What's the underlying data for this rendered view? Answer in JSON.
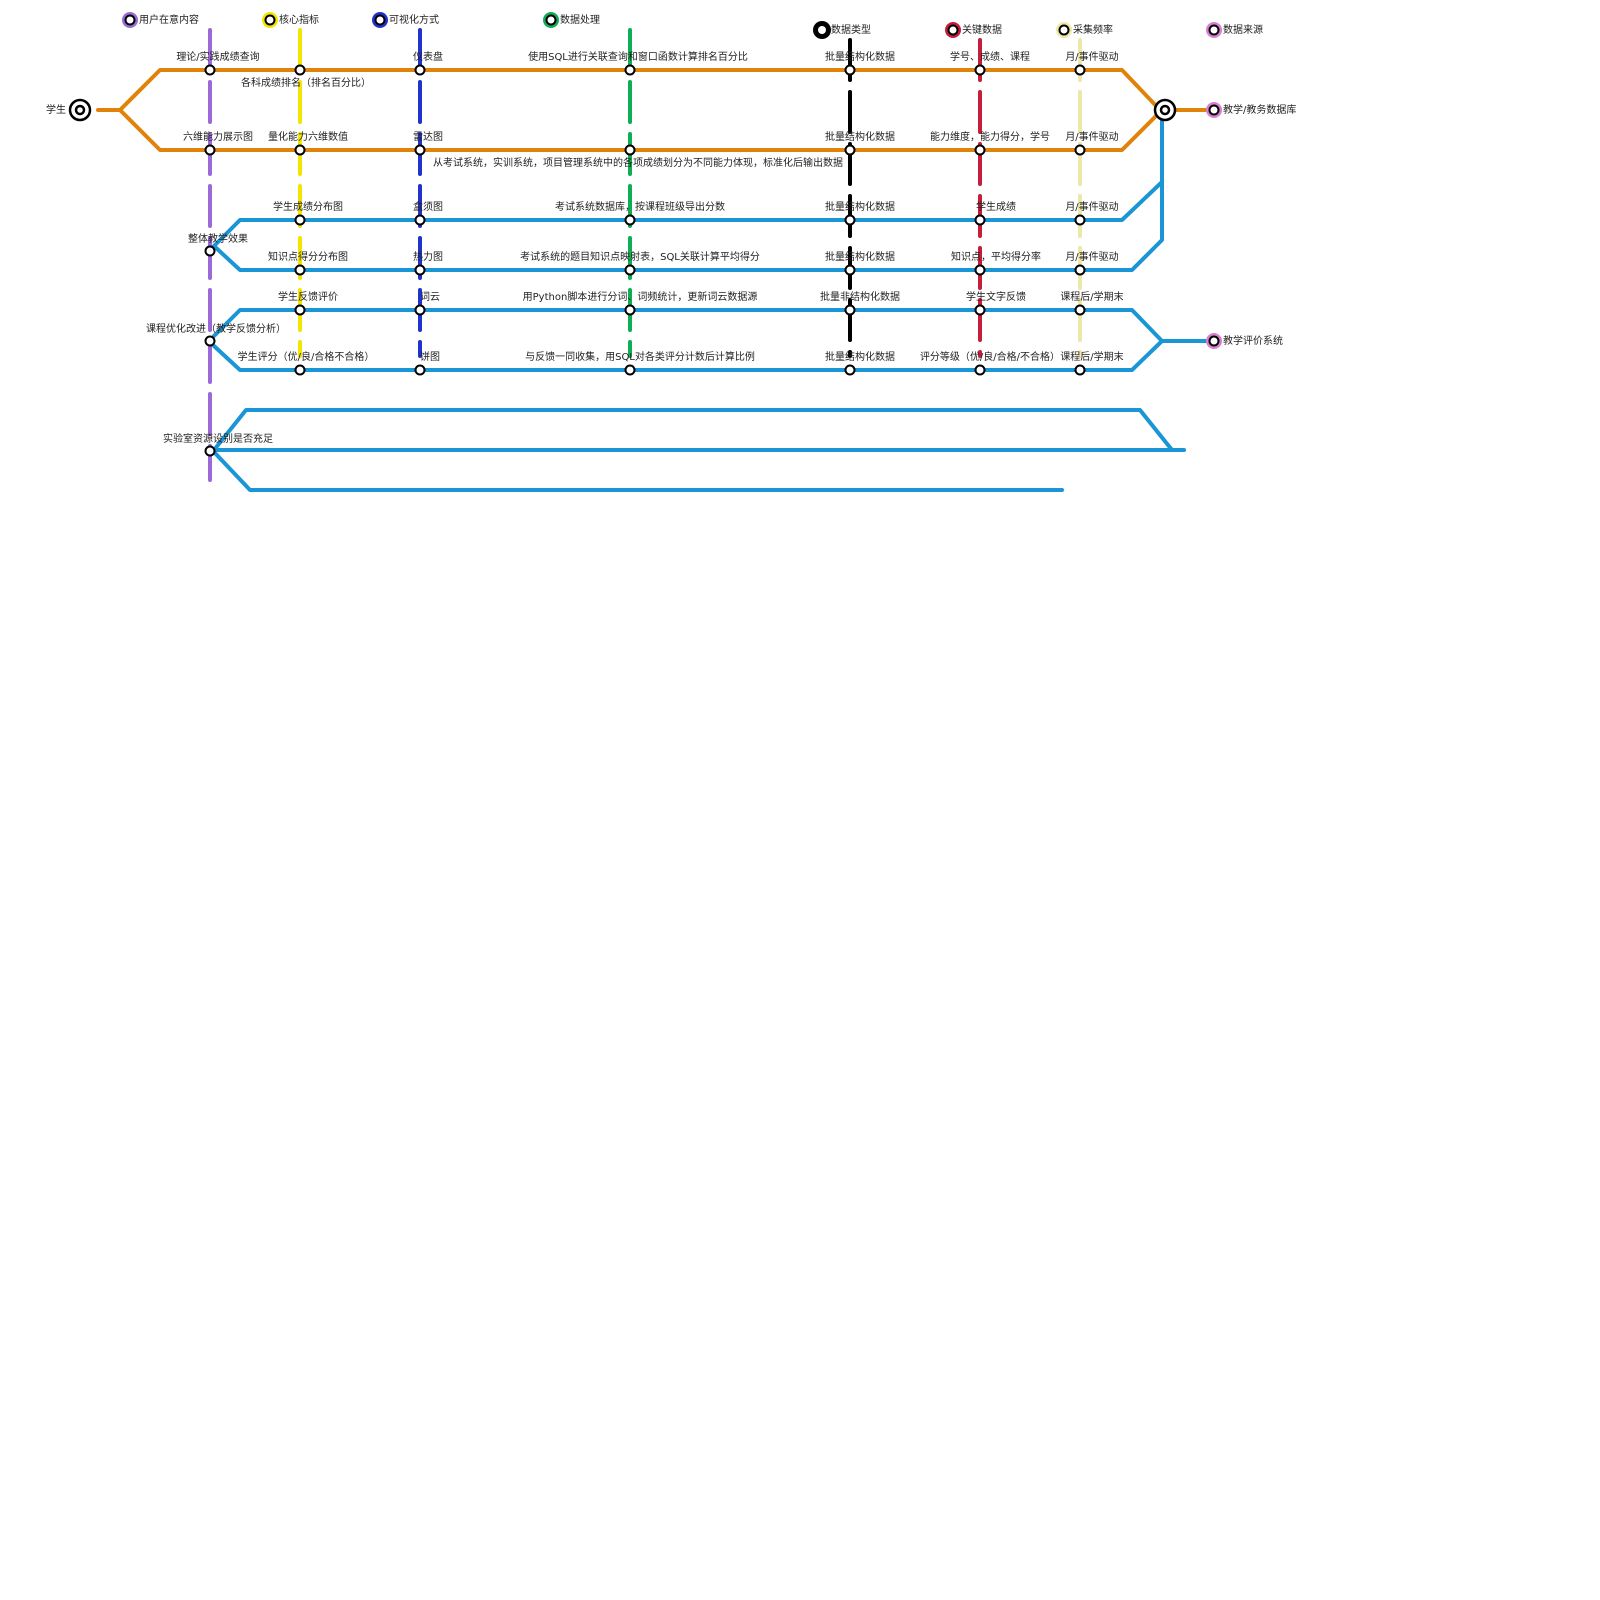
{
  "legend": {
    "user_content": "用户在意内容",
    "core_metric": "核心指标",
    "visualization": "可视化方式",
    "processing": "数据处理",
    "data_type": "数据类型",
    "key_data": "关键数据",
    "frequency": "采集频率",
    "data_source": "数据来源"
  },
  "terminals": {
    "student": "学生",
    "academic_db": "教学/教务数据库",
    "eval_system": "教学评价系统"
  },
  "colors": {
    "user_content": "#9b6ad8",
    "core_metric": "#f2e600",
    "visualization": "#2233cc",
    "processing": "#0fae55",
    "data_type": "#000000",
    "key_data": "#c41e3a",
    "frequency": "#ece8a8",
    "data_source": "#d77fd1",
    "route_orange": "#e0830a",
    "route_blue": "#1a95d6"
  },
  "rows": [
    {
      "user": "理论/实践成绩查询",
      "metric": "各科成绩排名（排名百分比）",
      "viz": "仪表盘",
      "processing": "使用SQL进行关联查询和窗口函数计算排名百分比",
      "dtype": "批量结构化数据",
      "key": "学号、成绩、课程",
      "freq": "月/事件驱动"
    },
    {
      "user": "六维能力展示图",
      "metric": "量化能力六维数值",
      "viz": "雷达图",
      "processing": "从考试系统，实训系统，项目管理系统中的各项成绩划分为不同能力体现，标准化后输出数据",
      "dtype": "批量结构化数据",
      "key": "能力维度，能力得分，学号",
      "freq": "月/事件驱动"
    },
    {
      "metric": "学生成绩分布图",
      "viz": "盒须图",
      "processing": "考试系统数据库，按课程班级导出分数",
      "dtype": "批量结构化数据",
      "key": "学生成绩",
      "freq": "月/事件驱动"
    },
    {
      "metric": "知识点得分分布图",
      "viz": "热力图",
      "processing": "考试系统的题目知识点映射表，SQL关联计算平均得分",
      "dtype": "批量结构化数据",
      "key": "知识点，平均得分率",
      "freq": "月/事件驱动"
    },
    {
      "metric": "学生反馈评价",
      "viz": "词云",
      "processing": "用Python脚本进行分词、词频统计，更新词云数据源",
      "dtype": "批量非结构化数据",
      "key": "学生文字反馈",
      "freq": "课程后/学期末"
    },
    {
      "metric": "学生评分（优/良/合格不合格）",
      "viz": "饼图",
      "processing": "与反馈一同收集，用SQL对各类评分计数后计算比例",
      "dtype": "批量结构化数据",
      "key": "评分等级（优/良/合格/不合格）",
      "freq": "课程后/学期末"
    }
  ],
  "branch_nodes": {
    "teaching_effect": "整体教学效果",
    "course_improvement": "课程优化改进（教学反馈分析）",
    "lab_resources": "实验室资源设别是否充足"
  }
}
